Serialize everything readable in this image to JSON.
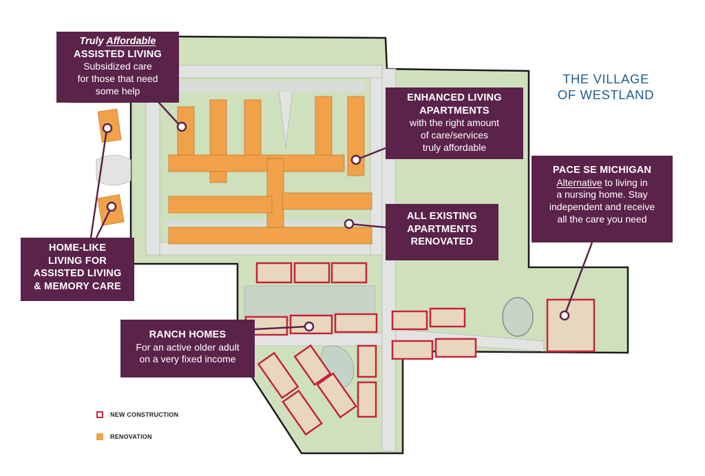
{
  "title": [
    "THE VILLAGE",
    "OF WESTLAND"
  ],
  "colors": {
    "callout": "#5b2349",
    "new_construction": "#c3243b",
    "renovation": "#f0a14a",
    "site_green": "#cfe0bd",
    "road": "#e2e4e2",
    "title_blue": "#1f5d8e"
  },
  "callouts": {
    "assisted": {
      "italic_prefix": "Truly ",
      "italic_underlined": "Affordable",
      "heading": "ASSISTED LIVING",
      "body": [
        "Subsidized care",
        "for those that need",
        "some help"
      ]
    },
    "enhanced": {
      "heading": [
        "ENHANCED LIVING",
        "APARTMENTS"
      ],
      "body": [
        "with the right amount",
        "of care/services",
        "truly affordable"
      ]
    },
    "pace": {
      "heading": "PACE SE MICHIGAN",
      "body_underlined": "Alternative",
      "body_rest_first": " to living in",
      "body": [
        "a nursing home. Stay",
        "independent and receive",
        "all the care you need"
      ]
    },
    "existing": {
      "heading": [
        "ALL EXISTING",
        "APARTMENTS",
        "RENOVATED"
      ]
    },
    "homelike": {
      "heading": [
        "HOME-LIKE",
        "LIVING FOR",
        "ASSISTED LIVING",
        "& MEMORY CARE"
      ]
    },
    "ranch": {
      "heading": "RANCH HOMES",
      "body": [
        "For an active older adult",
        "on a very fixed income"
      ]
    }
  },
  "legend": [
    {
      "label": "NEW CONSTRUCTION",
      "type": "new_construction"
    },
    {
      "label": "RENOVATION",
      "type": "renovation"
    }
  ]
}
